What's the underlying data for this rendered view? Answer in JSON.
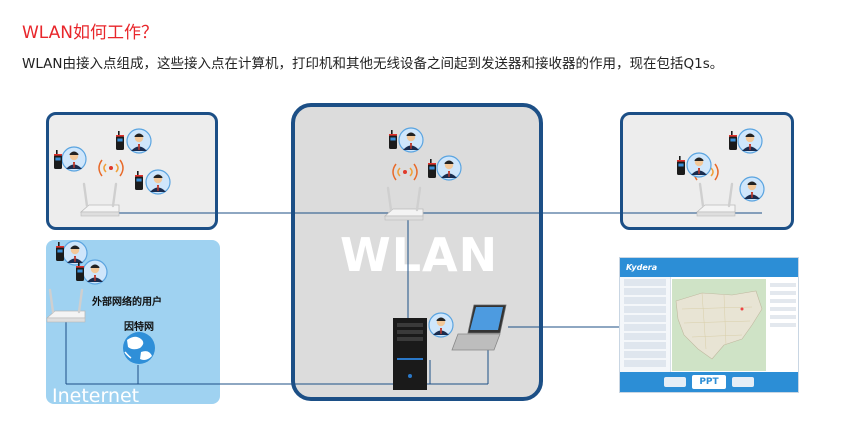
{
  "title": "WLAN如何工作？",
  "subtitle": "WLAN由接入点组成，这些接入点在计算机，打印机和其他无线设备之间起到发送器和接收器的作用，现在包括Q1s。",
  "center_label": "WLAN",
  "internet_label": "Ineternet",
  "external_users_label": "外部网络的用户",
  "internet_cn_label": "因特网",
  "app": {
    "brand": "Kydera",
    "ppt_button": "PPT"
  },
  "colors": {
    "title_red": "#e8262b",
    "panel_border": "#1c4f86",
    "internet_bg": "#9fd2f1",
    "app_blue": "#2c8ed6"
  }
}
